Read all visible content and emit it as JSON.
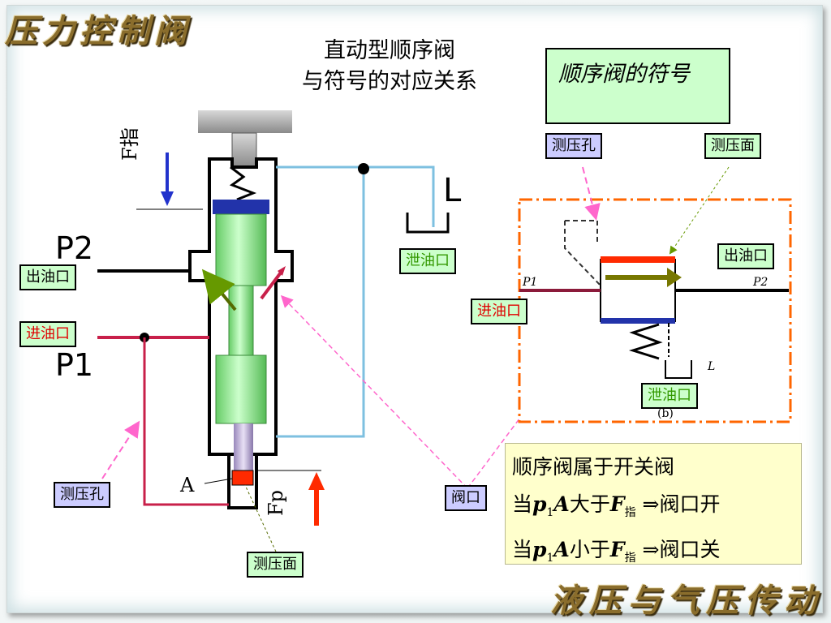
{
  "header": {
    "brush_title": "压力控制阀",
    "brush_footer": "液压与气压传动"
  },
  "heading": {
    "line1": "直动型顺序阀",
    "line2": "与符号的对应关系"
  },
  "symbol_box": {
    "text": "顺序阀的符号"
  },
  "left_diagram": {
    "labels": {
      "outlet": "出油口",
      "inlet": "进油口",
      "pressure_hole": "测压孔",
      "pressure_face": "测压面",
      "drain": "泄油口",
      "valve_port": "阀口"
    },
    "letters": {
      "p2": "P2",
      "p1": "P1",
      "l": "L",
      "a": "A",
      "f_zhi": "F指",
      "f_p": "Fp"
    }
  },
  "right_diagram": {
    "labels": {
      "pressure_hole": "测压孔",
      "pressure_face": "测压面",
      "outlet": "出油口",
      "inlet": "进油口",
      "drain": "泄油口"
    },
    "letters": {
      "p1": "P1",
      "p2": "P2",
      "l": "L",
      "b": "(b)"
    }
  },
  "info_box": {
    "line1": "顺序阀属于开关阀",
    "line2_prefix": "当",
    "line2_mid": "大于",
    "line2_result": "阀口开",
    "line3_prefix": "当",
    "line3_mid": "小于",
    "line3_result": "阀口关",
    "p1a": "p",
    "p1a_sub": "1",
    "a_letter": "A",
    "f_letter": "F",
    "f_sub": "指",
    "implies": "⇒"
  },
  "colors": {
    "symbol_box_bg": "#ccffcc",
    "label_green_bg": "#ccffcc",
    "label_purple_bg": "#ccccff",
    "info_bg": "#ffffcc",
    "inlet_line": "#c8204a",
    "drain_line": "#7ec0e0",
    "spool_green": "#99ee99",
    "frame_orange": "#ff6600"
  }
}
